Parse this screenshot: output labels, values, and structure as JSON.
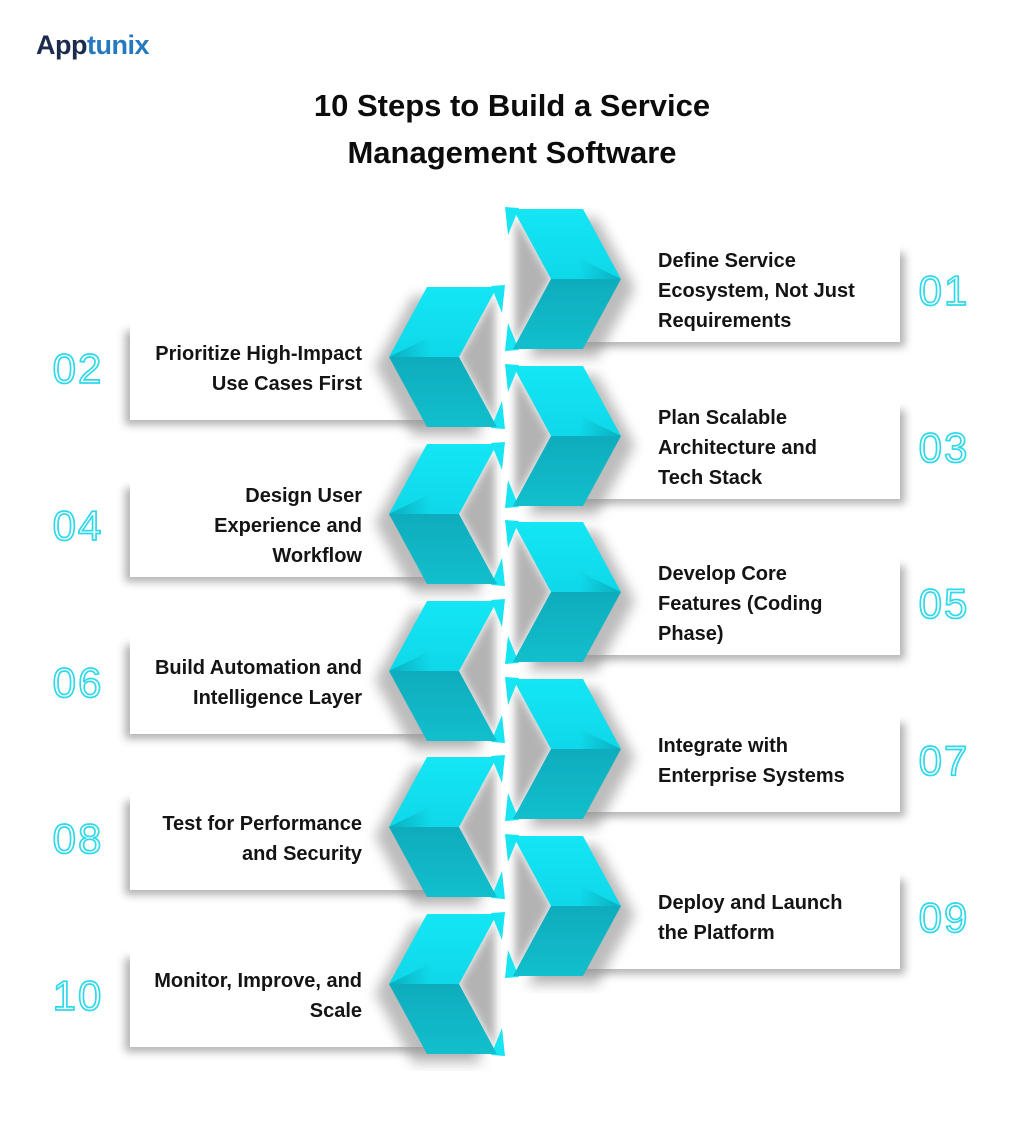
{
  "logo": {
    "app": "App",
    "tunix": "tunix"
  },
  "title": "10 Steps to Build a Service Management Software",
  "palette": {
    "chevron_top": "#12E3F1",
    "chevron_bottom": "#10B2C2",
    "number_outline": "#2FD9EA",
    "logo_navy": "#1D2B4C",
    "logo_blue": "#2479BF",
    "text": "#141414"
  },
  "steps": [
    {
      "number": "01",
      "side": "right",
      "text": "Define Service\nEcosystem, Not Just\nRequirements"
    },
    {
      "number": "02",
      "side": "left",
      "text": "Prioritize High-Impact\nUse Cases First"
    },
    {
      "number": "03",
      "side": "right",
      "text": "Plan Scalable\nArchitecture and\nTech Stack"
    },
    {
      "number": "04",
      "side": "left",
      "text": "Design User\nExperience and\nWorkflow"
    },
    {
      "number": "05",
      "side": "right",
      "text": "Develop Core\nFeatures (Coding\nPhase)"
    },
    {
      "number": "06",
      "side": "left",
      "text": "Build Automation and\nIntelligence Layer"
    },
    {
      "number": "07",
      "side": "right",
      "text": "Integrate with\nEnterprise Systems"
    },
    {
      "number": "08",
      "side": "left",
      "text": "Test for Performance\nand Security"
    },
    {
      "number": "09",
      "side": "right",
      "text": "Deploy and Launch\nthe Platform"
    },
    {
      "number": "10",
      "side": "left",
      "text": "Monitor, Improve, and\nScale"
    }
  ]
}
